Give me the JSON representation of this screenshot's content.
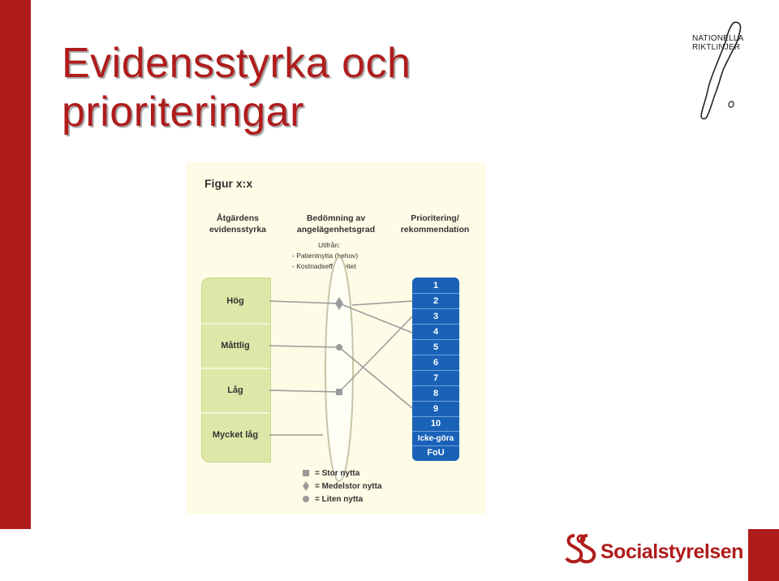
{
  "slide": {
    "title_line1": "Evidensstyrka och",
    "title_line2": "prioriteringar",
    "accent_color": "#b01c1c"
  },
  "logo_top_right": {
    "line1": "NATIONELLA",
    "line2": "RIKTLINJER",
    "icon": "sweden-map-outline-icon"
  },
  "logo_bottom_right": {
    "text": "Socialstyrelsen",
    "icon": "socialstyrelsen-emblem-icon"
  },
  "figure": {
    "title": "Figur x:x",
    "col1_line1": "Åtgärdens",
    "col1_line2": "evidensstyrka",
    "col2_line1": "Bedömning av",
    "col2_line2": "angelägenhetsgrad",
    "col3_line1": "Prioritering/",
    "col3_line2": "rekommendation",
    "utifran_title": "Utifrån:",
    "utifran_item1": "- Patientnytta (behov)",
    "utifran_item2": "- Kostnadseffektivitet",
    "evidence_levels": [
      "Hög",
      "Måttlig",
      "Låg",
      "Mycket låg"
    ],
    "priorities": [
      "1",
      "2",
      "3",
      "4",
      "5",
      "6",
      "7",
      "8",
      "9",
      "10",
      "Icke-göra",
      "FoU"
    ],
    "legend": {
      "square": "= Stor nytta",
      "diamond": "= Medelstor nytta",
      "circle": "= Liten nytta"
    },
    "colors": {
      "background": "#fefbe6",
      "evidence_panel": "#dde8a8",
      "priority_panel": "#1a62b8",
      "markers": "#9a9a9a"
    }
  }
}
